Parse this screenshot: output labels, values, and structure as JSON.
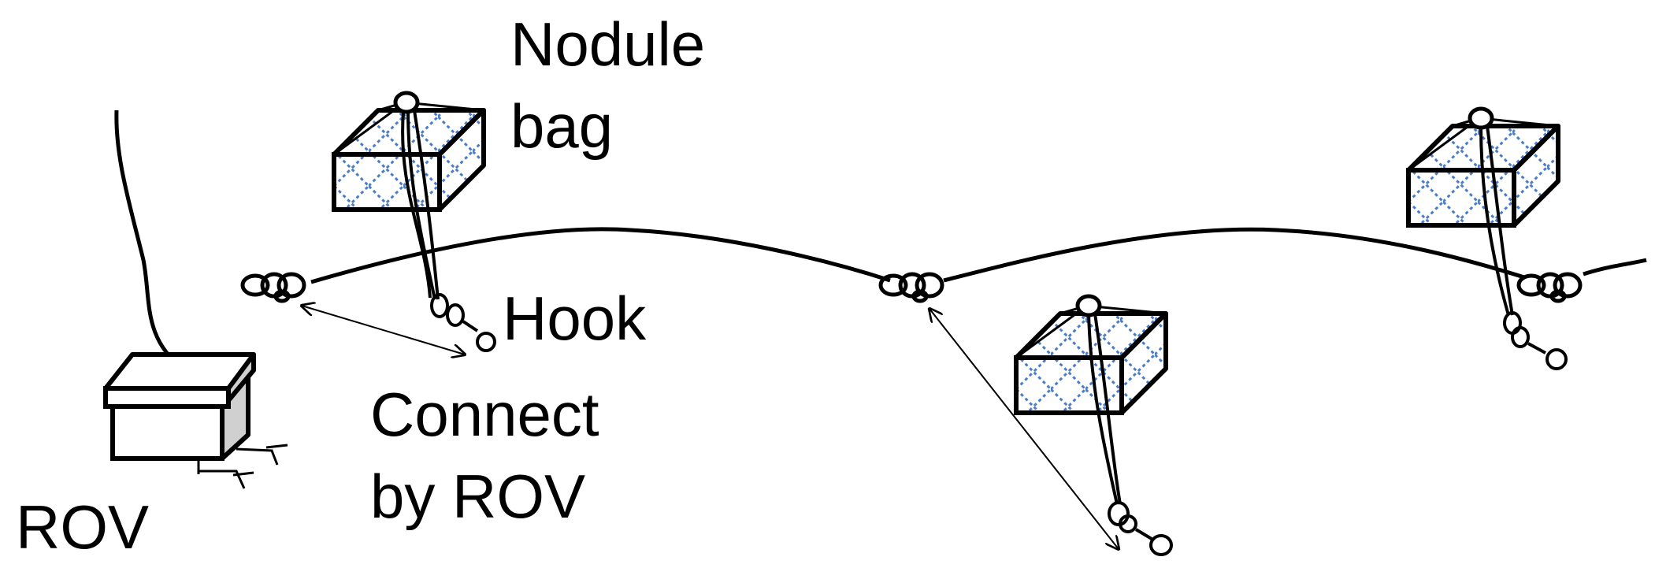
{
  "labels": {
    "nodule_bag": [
      "Nodule",
      "bag"
    ],
    "hook": "Hook",
    "connect_by_rov": [
      "Connect",
      "by ROV"
    ],
    "rov": "ROV"
  },
  "colors": {
    "ink": "#000000",
    "mesh": "#4a7cc7",
    "rov_side": "#d0d0d0",
    "background": "#ffffff"
  }
}
